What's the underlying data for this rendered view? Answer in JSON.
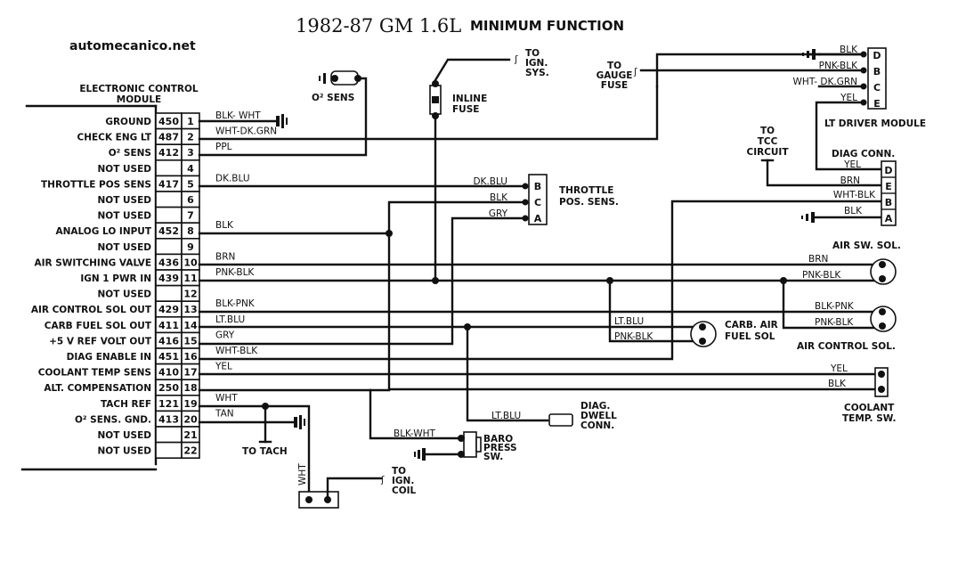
{
  "title": {
    "serif_part": "1982-87 GM 1.6L",
    "bold_part": "MINIMUM FUNCTION"
  },
  "site": "automecanico.net",
  "ecm": {
    "header_line1": "ELECTRONIC CONTROL",
    "header_line2": "MODULE",
    "pins": [
      {
        "pin": "1",
        "circuit": "450",
        "function": "GROUND",
        "wire": "BLK- WHT"
      },
      {
        "pin": "2",
        "circuit": "487",
        "function": "CHECK ENG LT",
        "wire": "WHT-DK.GRN"
      },
      {
        "pin": "3",
        "circuit": "412",
        "function": "O² SENS",
        "wire": "PPL"
      },
      {
        "pin": "4",
        "circuit": "",
        "function": "NOT USED",
        "wire": ""
      },
      {
        "pin": "5",
        "circuit": "417",
        "function": "THROTTLE POS SENS",
        "wire": "DK.BLU"
      },
      {
        "pin": "6",
        "circuit": "",
        "function": "NOT USED",
        "wire": ""
      },
      {
        "pin": "7",
        "circuit": "",
        "function": "NOT USED",
        "wire": ""
      },
      {
        "pin": "8",
        "circuit": "452",
        "function": "ANALOG  LO INPUT",
        "wire": "BLK"
      },
      {
        "pin": "9",
        "circuit": "",
        "function": "NOT USED",
        "wire": ""
      },
      {
        "pin": "10",
        "circuit": "436",
        "function": "AIR SWITCHING VALVE",
        "wire": "BRN"
      },
      {
        "pin": "11",
        "circuit": "439",
        "function": "IGN 1 PWR IN",
        "wire": "PNK-BLK"
      },
      {
        "pin": "12",
        "circuit": "",
        "function": "NOT USED",
        "wire": ""
      },
      {
        "pin": "13",
        "circuit": "429",
        "function": "AIR CONTROL SOL OUT",
        "wire": "BLK-PNK"
      },
      {
        "pin": "14",
        "circuit": "411",
        "function": "CARB FUEL SOL OUT",
        "wire": "LT.BLU"
      },
      {
        "pin": "15",
        "circuit": "416",
        "function": "+5 V REF VOLT OUT",
        "wire": "GRY"
      },
      {
        "pin": "16",
        "circuit": "451",
        "function": "DIAG ENABLE IN",
        "wire": "WHT-BLK"
      },
      {
        "pin": "17",
        "circuit": "410",
        "function": "COOLANT TEMP SENS",
        "wire": "YEL"
      },
      {
        "pin": "18",
        "circuit": "250",
        "function": "ALT. COMPENSATION",
        "wire": ""
      },
      {
        "pin": "19",
        "circuit": "121",
        "function": "TACH REF",
        "wire": "WHT"
      },
      {
        "pin": "20",
        "circuit": "413",
        "function": "O² SENS. GND.",
        "wire": "TAN"
      },
      {
        "pin": "21",
        "circuit": "",
        "function": "NOT USED",
        "wire": ""
      },
      {
        "pin": "22",
        "circuit": "",
        "function": "NOT USED",
        "wire": ""
      }
    ]
  },
  "components": {
    "o2_sensor": "O² SENS",
    "inline_fuse": [
      "INLINE",
      "FUSE"
    ],
    "to_ign_sys": [
      "TO",
      "IGN.",
      "SYS."
    ],
    "to_gauge_fuse": [
      "TO",
      "GAUGE",
      "FUSE"
    ],
    "lt_driver_module": {
      "label": "LT DRIVER MODULE",
      "pins": [
        {
          "pin": "D",
          "wire": "BLK"
        },
        {
          "pin": "B",
          "wire": "PNK-BLK"
        },
        {
          "pin": "C",
          "wire": "WHT- DK.GRN"
        },
        {
          "pin": "E",
          "wire": "YEL"
        }
      ]
    },
    "to_tcc_circuit": [
      "TO",
      "TCC",
      "CIRCUIT"
    ],
    "diag_conn": {
      "label": "DIAG  CONN.",
      "pins": [
        {
          "pin": "D",
          "wire": "YEL"
        },
        {
          "pin": "E",
          "wire": "BRN"
        },
        {
          "pin": "B",
          "wire": "WHT-BLK"
        },
        {
          "pin": "A",
          "wire": "BLK"
        }
      ]
    },
    "throttle_pos_sens": {
      "label": [
        "THROTTLE",
        "POS. SENS."
      ],
      "pins": [
        {
          "pin": "B",
          "wire": "DK.BLU"
        },
        {
          "pin": "C",
          "wire": "BLK"
        },
        {
          "pin": "A",
          "wire": "GRY"
        }
      ]
    },
    "air_sw_sol": {
      "label": "AIR SW. SOL.",
      "wires": [
        "BRN",
        "PNK-BLK"
      ]
    },
    "air_control_sol": {
      "label": "AIR CONTROL SOL.",
      "wires": [
        "BLK-PNK",
        "PNK-BLK"
      ]
    },
    "carb_air_fuel_sol": {
      "label": [
        "CARB. AIR",
        "FUEL SOL"
      ],
      "wires": [
        "LT.BLU",
        "PNK-BLK"
      ]
    },
    "coolant_temp_sw": {
      "label": [
        "COOLANT",
        "TEMP. SW."
      ],
      "wires": [
        "YEL",
        "BLK"
      ]
    },
    "diag_dwell_conn": {
      "label": [
        "DIAG.",
        "DWELL",
        "CONN."
      ],
      "wire": "LT.BLU"
    },
    "baro_press_sw": {
      "label": [
        "BARO",
        "PRESS",
        "SW."
      ],
      "wire": "BLK-WHT"
    },
    "to_tach": "TO TACH",
    "to_ign_coil": [
      "TO",
      "IGN.",
      "COIL"
    ],
    "wht_vertical": "WHT"
  }
}
